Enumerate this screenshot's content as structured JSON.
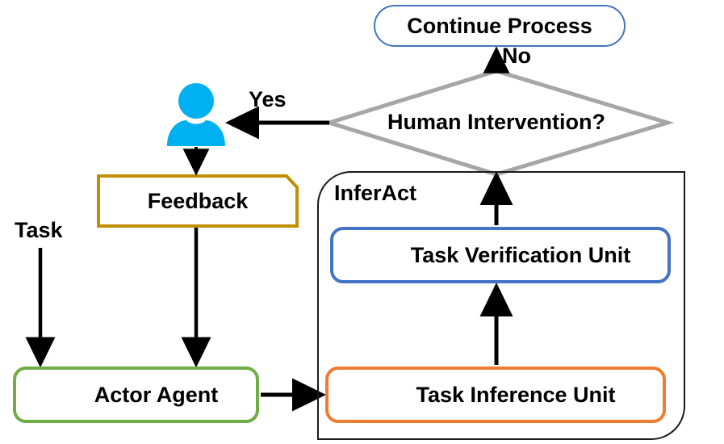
{
  "diagram": {
    "title_node": {
      "label": "Continue Process"
    },
    "decision": {
      "label": "Human Intervention?"
    },
    "edges": {
      "no": "No",
      "yes": "Yes",
      "task": "Task"
    },
    "group": {
      "label": "InferAct"
    },
    "nodes": {
      "feedback": {
        "label": "Feedback"
      },
      "actor_agent": {
        "label": "Actor Agent"
      },
      "task_verification_unit": {
        "label": "Task Verification Unit"
      },
      "task_inference_unit": {
        "label": "Task Inference Unit"
      }
    },
    "icons": {
      "person": "person-icon",
      "actor_brain": "brain-chip-green-gear-icon",
      "verification_brain": "brain-chip-blue-gear-icon",
      "inference_brain": "brain-chip-orange-gear-icon"
    },
    "colors": {
      "ellipse_border": "#4472C4",
      "diamond_border": "#A6A6A6",
      "feedback_border": "#BF8F00",
      "actor_border": "#70AD47",
      "verification_border": "#4472C4",
      "inference_border": "#ED7D31",
      "container_border": "#1A1A1A",
      "person_fill": "#00B0F0",
      "arrow": "#000000",
      "brain_fill": "#E0E0E6",
      "gear_green": "#00A86B",
      "gear_blue": "#1E90E8",
      "gear_orange": "#F0A830"
    }
  }
}
